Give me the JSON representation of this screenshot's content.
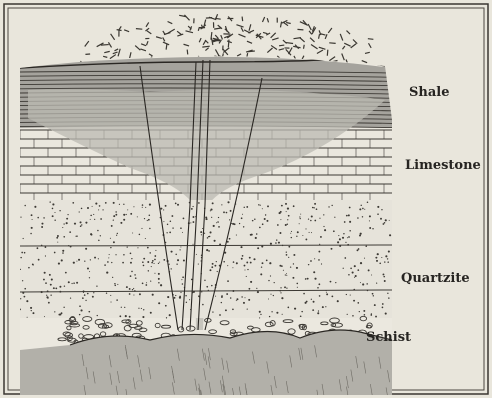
{
  "labels": {
    "shale": "Shale",
    "limestone": "Limestone",
    "quartzite": "Quartzite",
    "schist": "Schist"
  },
  "colors": {
    "paper": "#e9e6dc",
    "ink": "#2a2723",
    "shale_fill": "#a5a39d",
    "schist_fill": "#b2b0a9",
    "vein_fill": "#c4c2bb"
  }
}
